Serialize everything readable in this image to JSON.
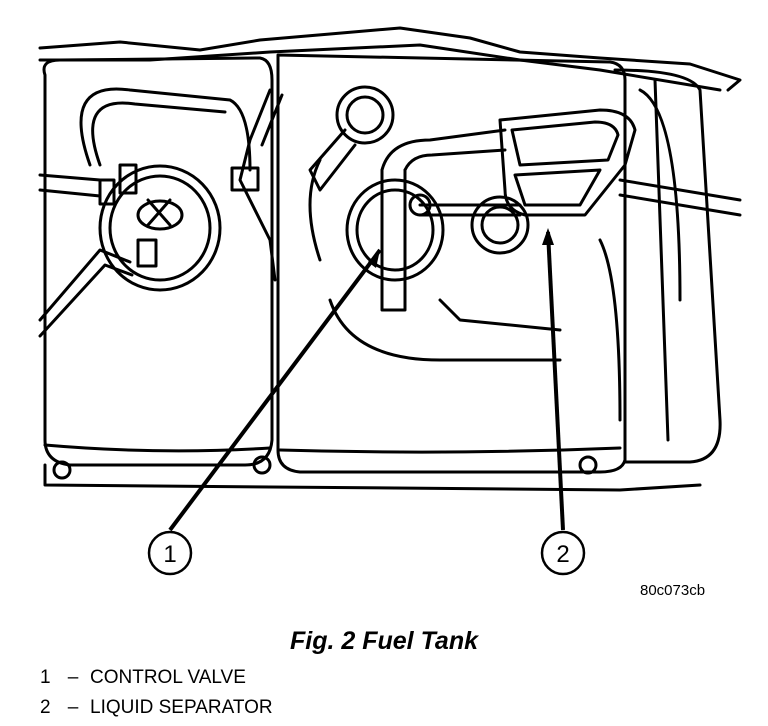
{
  "callouts": [
    {
      "number": "1"
    },
    {
      "number": "2"
    }
  ],
  "image_code": "80c073cb",
  "caption": "Fig. 2 Fuel Tank",
  "legend": [
    {
      "number": "1",
      "separator": "–",
      "label": "CONTROL VALVE"
    },
    {
      "number": "2",
      "separator": "–",
      "label": "LIQUID SEPARATOR"
    }
  ]
}
